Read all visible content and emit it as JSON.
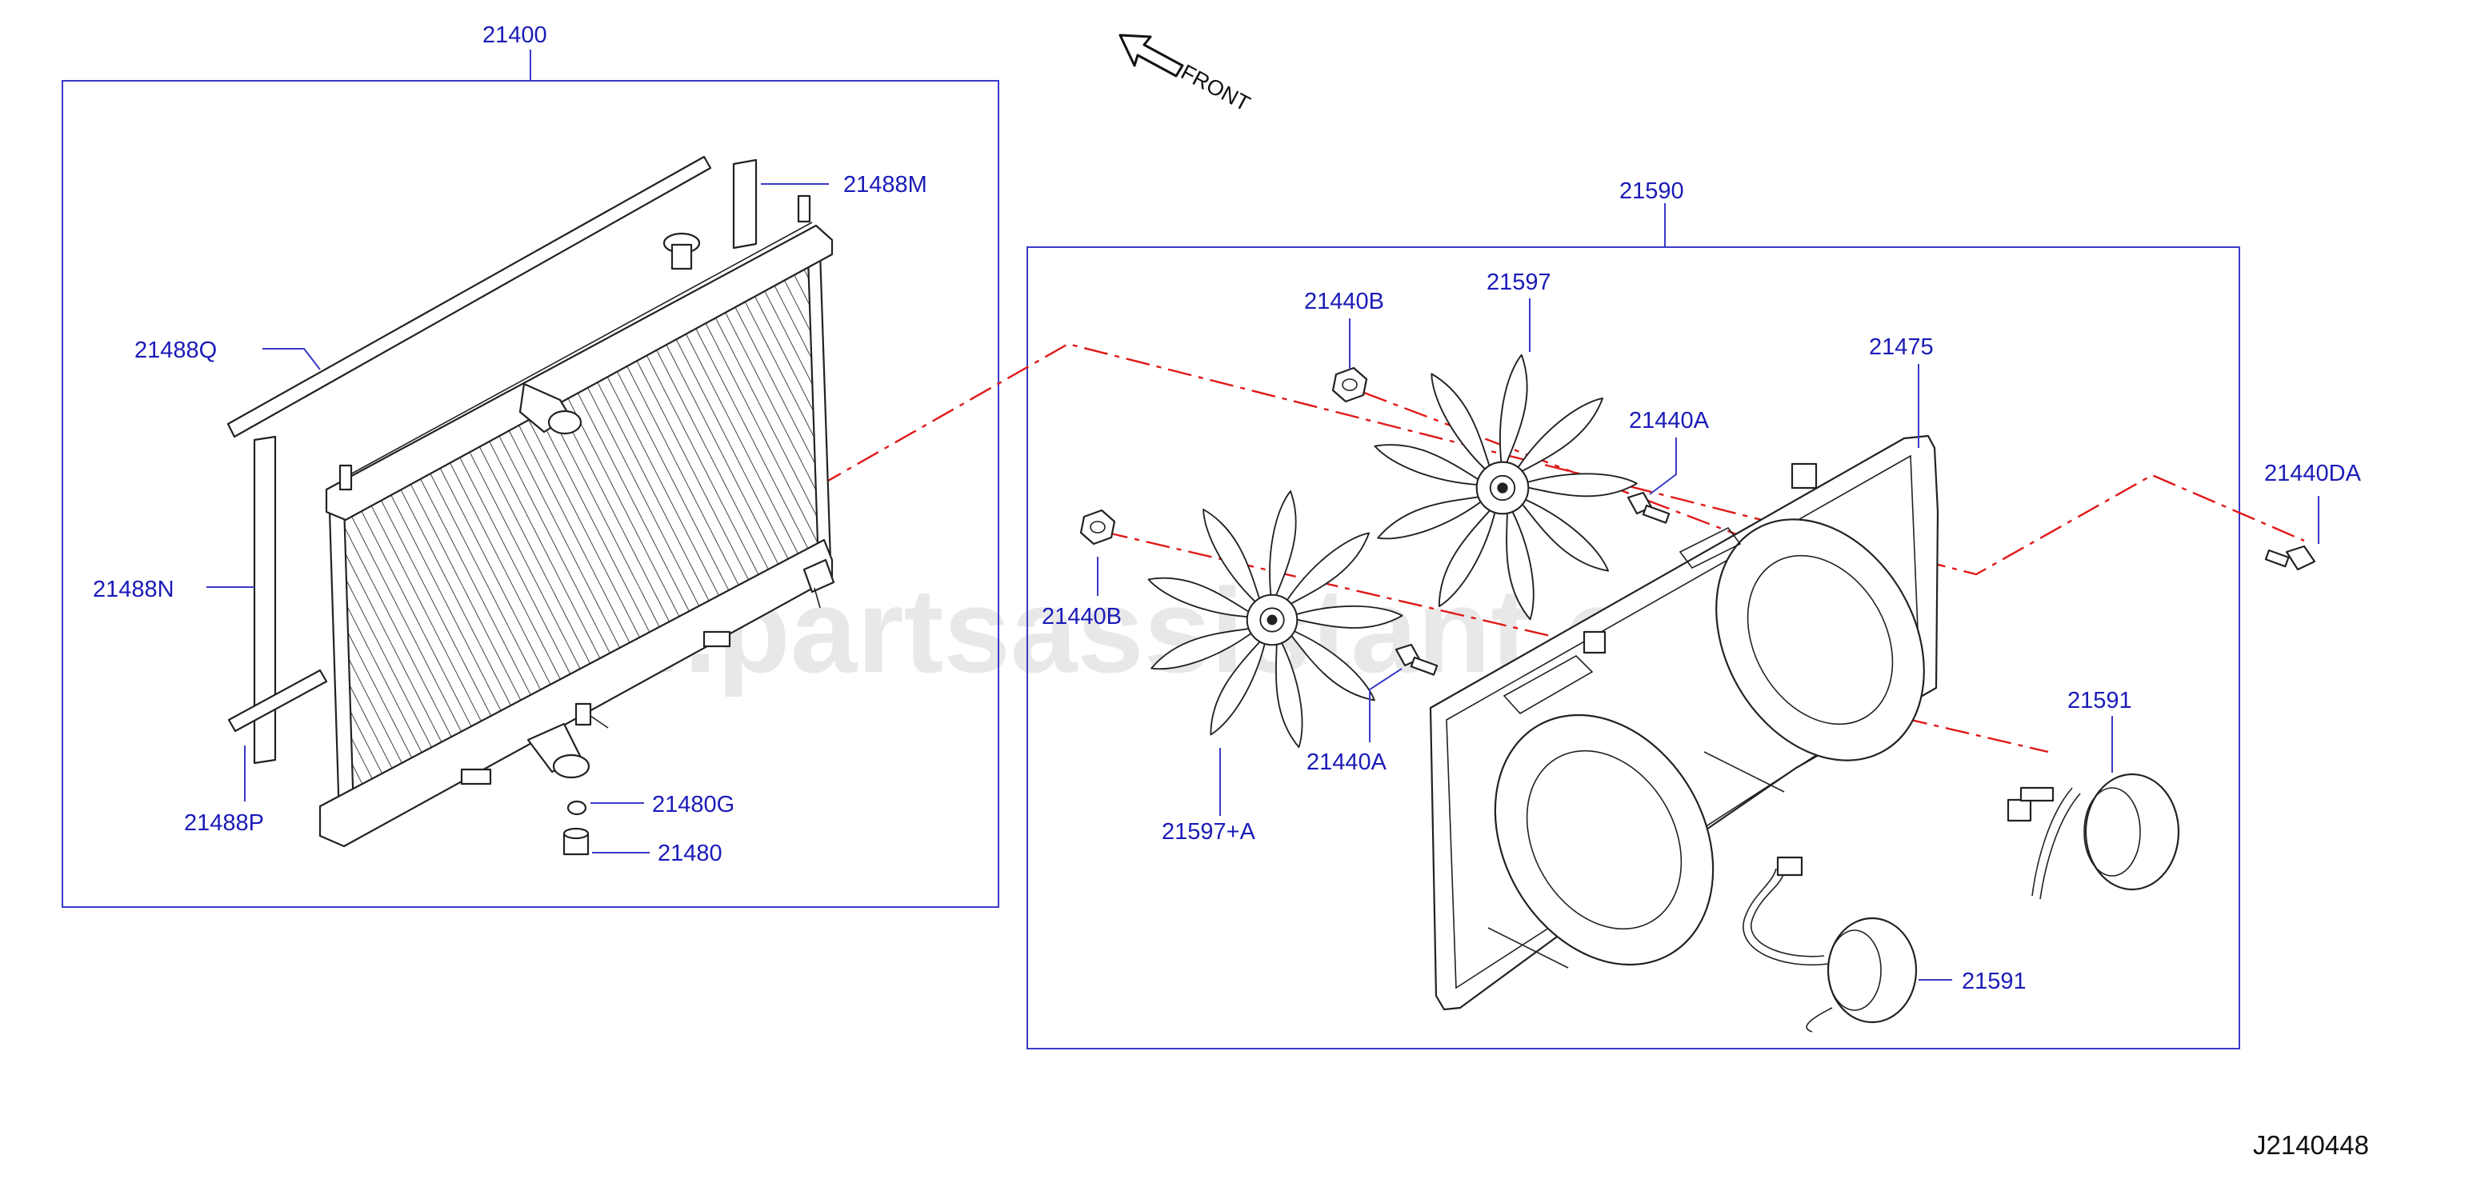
{
  "watermark": "www.partsassistant.com",
  "front_label": "FRONT",
  "reference_code": "J2140448",
  "callouts": {
    "radiator_assy": "21400",
    "seal_m": "21488M",
    "seal_q": "21488Q",
    "seal_n": "21488N",
    "seal_p": "21488P",
    "gasket_drain": "21480G",
    "drain_plug": "21480",
    "motor_fan_assy": "21590",
    "nut_b_top": "21440B",
    "fan_blade": "21597",
    "shroud": "21475",
    "bolt_a_top": "21440A",
    "bolt_da": "21440DA",
    "nut_b_left": "21440B",
    "bolt_a_lower": "21440A",
    "fan_blade_a": "21597+A",
    "motor_right": "21591",
    "motor_lower": "21591"
  },
  "colors": {
    "callout_text": "#1b1bb8",
    "box_line": "#3a3ac8",
    "center_line": "#e01818",
    "drawing_line": "#222222"
  }
}
